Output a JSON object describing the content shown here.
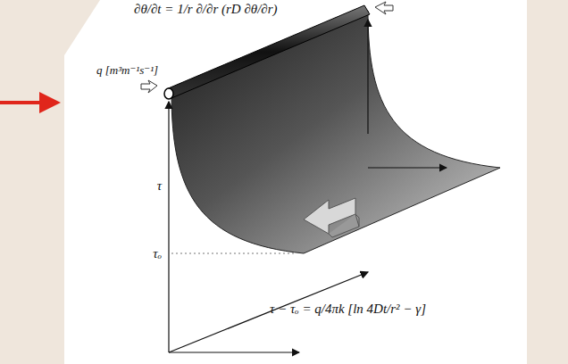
{
  "diagram": {
    "labels": [
      "∂θ/∂t = 1/r ∂/∂r (rD ∂θ/∂r)",
      "q [m³m⁻¹s⁻¹]",
      "τ",
      "τₒ",
      "τ − τₒ = q/4πk [ln 4Dt/r² − γ]"
    ]
  }
}
